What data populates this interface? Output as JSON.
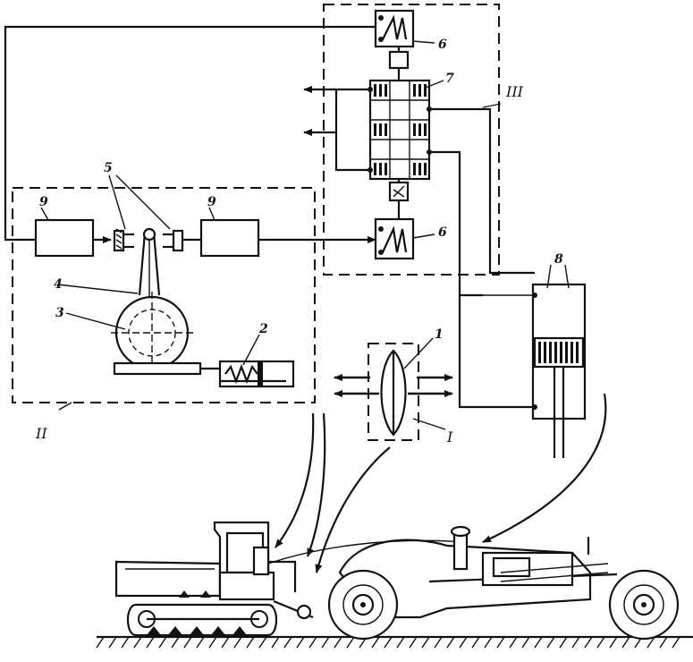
{
  "labels": {
    "n1": "1",
    "n2": "2",
    "n3": "3",
    "n4": "4",
    "n5": "5",
    "n6_top": "6",
    "n6_bottom": "6",
    "n7": "7",
    "n8": "8",
    "n9_left": "9",
    "n9_right": "9",
    "r1": "I",
    "r2": "II",
    "r3": "III"
  },
  "colors": {
    "ink": "#111111",
    "paper": "#ffffff"
  }
}
